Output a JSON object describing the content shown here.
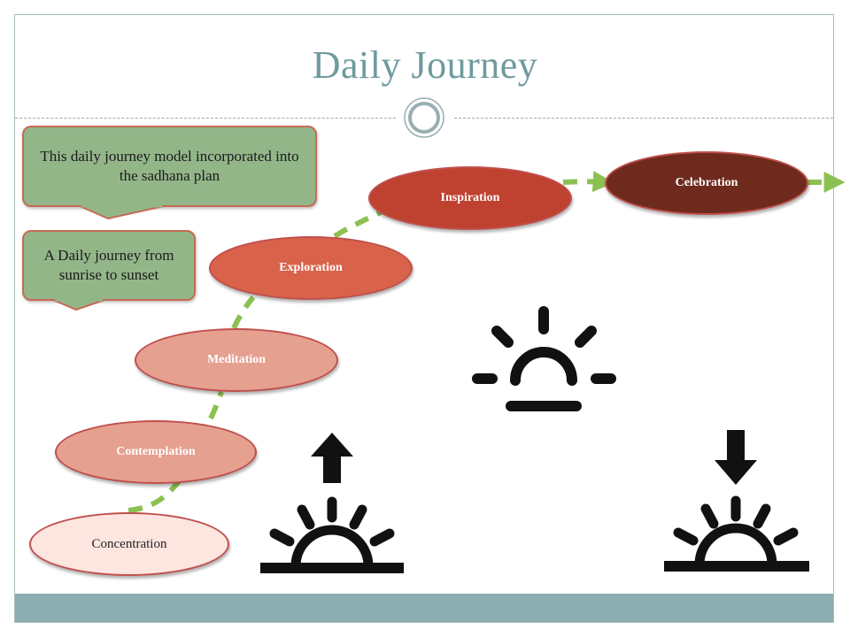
{
  "slide": {
    "title": "Daily Journey"
  },
  "callouts": {
    "main": "This daily journey model incorporated into the sadhana plan",
    "small": "A Daily journey from sunrise to sunset"
  },
  "stages": [
    {
      "label": "Concentration"
    },
    {
      "label": "Contemplation"
    },
    {
      "label": "Meditation"
    },
    {
      "label": "Exploration"
    },
    {
      "label": "Inspiration"
    },
    {
      "label": "Celebration"
    }
  ],
  "icons": {
    "sunrise": "sunrise-icon",
    "sun_midday": "sun-horizon-icon",
    "sunset": "sunset-icon"
  },
  "colors": {
    "title": "#6f9a9e",
    "connector": "#8cc152",
    "callout_fill": "#93b689",
    "node_border": "#c0504d",
    "footer": "#8aaeaf"
  }
}
